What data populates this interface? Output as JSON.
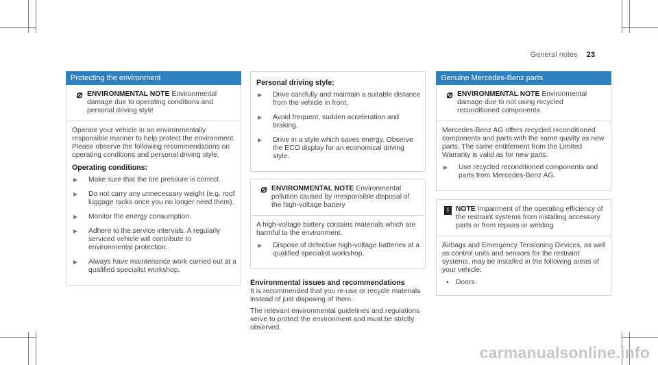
{
  "header": {
    "section": "General notes",
    "page": "23"
  },
  "col1": {
    "band": "Protecting the environment",
    "note_title": "ENVIRONMENTAL NOTE",
    "note_text": "Environmental damage due to operating conditions and personal driving style",
    "para": "Operate your vehicle in an environmentally responsible manner to help protect the environment. Please observe the following recommendations on operating conditions and personal driving style.",
    "heading": "Operating conditions:",
    "items": [
      "Make sure that the tire pressure is correct.",
      "Do not carry any unnecessary weight (e.g. roof luggage racks once you no longer need them).",
      "Monitor the energy consumption.",
      "Adhere to the service intervals. A regularly serviced vehicle will contribute to environmental protection.",
      "Always have maintenance work carried out at a qualified specialist workshop."
    ]
  },
  "col2": {
    "heading": "Personal driving style:",
    "items": [
      "Drive carefully and maintain a suitable distance from the vehicle in front.",
      "Avoid frequent, sudden acceleration and braking.",
      "Drive in a style which saves energy. Observe the ECO display for an economical driving style."
    ],
    "note_title": "ENVIRONMENTAL NOTE",
    "note_text": "Environmental pollution caused by irresponsible disposal of the high-voltage battery",
    "para": "A high-voltage battery contains materials which are harmful to the environment.",
    "item2": "Dispose of defective high-voltage batteries at a qualified specialist workshop.",
    "heading2": "Environmental issues and recommendations",
    "para2": "It is recommended that you re-use or recycle materials instead of just disposing of them.",
    "para3": "The relevant environmental guidelines and regulations serve to protect the environment and must be strictly observed."
  },
  "col3": {
    "band": "Genuine Mercedes-Benz parts",
    "note_title": "ENVIRONMENTAL NOTE",
    "note_text": "Environmental damage due to not using recycled reconditioned components",
    "para": "Mercedes-Benz AG offers recycled reconditioned components and parts with the same quality as new parts. The same entitlement from the Limited Warranty is valid as for new parts.",
    "item": "Use recycled reconditioned components and parts from Mercedes-Benz AG.",
    "note2_icon": "!",
    "note2_title": "NOTE",
    "note2_text": "Impairment of the operating efficiency of the restraint systems from installing accessory parts or from repairs or welding",
    "para2": "Airbags and Emergency Tensioning Devices, as well as control units and sensors for the restraint systems, may be installed in the following areas of your vehicle:",
    "bullet": "Doors"
  },
  "watermark": "carmanualsonline.info",
  "colors": {
    "band": "#2e80bf",
    "text": "#444444",
    "crop": "#7a7a7a"
  }
}
